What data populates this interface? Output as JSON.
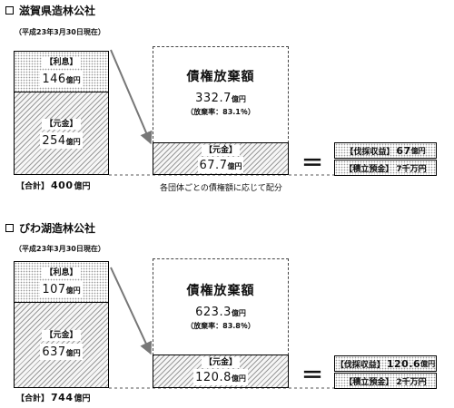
{
  "sections": [
    {
      "title": "滋賀県造林公社",
      "date_note": "（平成23年3月30日現在）",
      "interest": {
        "label": "【利息】",
        "value": "146",
        "unit": "億円"
      },
      "principal": {
        "label": "【元金】",
        "value": "254",
        "unit": "億円"
      },
      "total": {
        "label": "【合計】",
        "value": "400",
        "unit": "億円"
      },
      "waiver": {
        "title": "債権放棄額",
        "value": "332.7",
        "unit": "億円",
        "rate": "（放棄率：83.1％）"
      },
      "remaining": {
        "label": "【元金】",
        "value": "67.7",
        "unit": "億円"
      },
      "equals": "＝",
      "result1": {
        "label": "【伐採収益】",
        "value": "67",
        "unit": "億円"
      },
      "result2": {
        "label": "【積立預金】",
        "value": "7千万円"
      },
      "distribution_note": "各団体ごとの債権額に応じて配分"
    },
    {
      "title": "びわ湖造林公社",
      "date_note": "（平成23年3月30日現在）",
      "interest": {
        "label": "【利息】",
        "value": "107",
        "unit": "億円"
      },
      "principal": {
        "label": "【元金】",
        "value": "637",
        "unit": "億円"
      },
      "total": {
        "label": "【合計】",
        "value": "744",
        "unit": "億円"
      },
      "waiver": {
        "title": "債権放棄額",
        "value": "623.3",
        "unit": "億円",
        "rate": "（放棄率：83.8％）"
      },
      "remaining": {
        "label": "【元金】",
        "value": "120.8",
        "unit": "億円"
      },
      "equals": "＝",
      "result1": {
        "label": "【伐採収益】",
        "value": "120.6",
        "unit": "億円"
      },
      "result2": {
        "label": "【積立預金】",
        "value": "2千万円"
      }
    }
  ]
}
